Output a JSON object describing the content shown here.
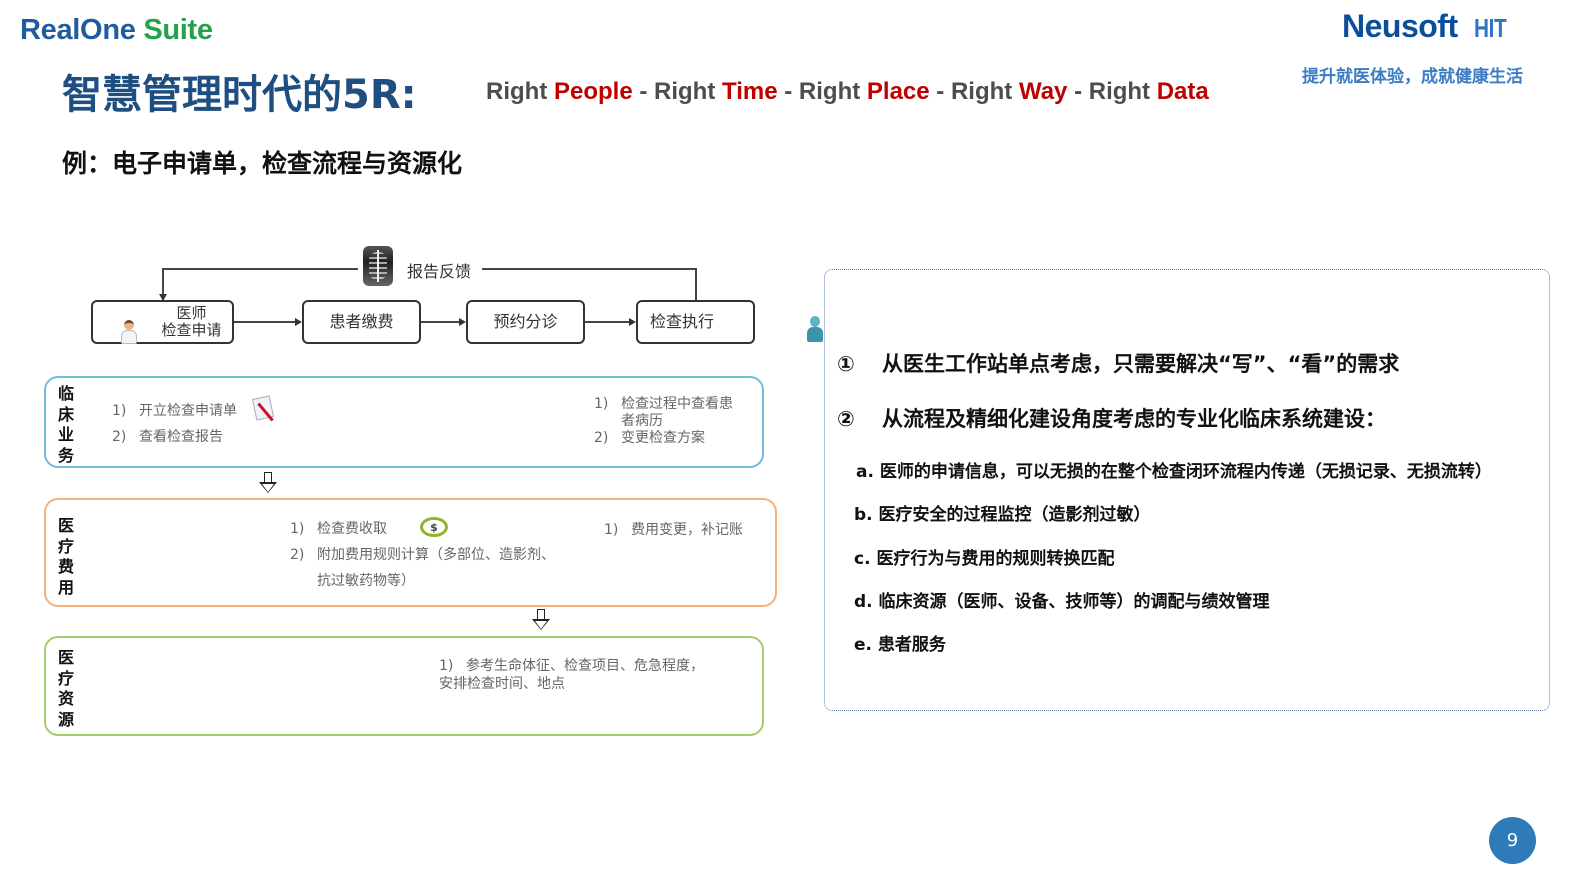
{
  "header": {
    "brand_part1": "RealOne",
    "brand_part2": " Suite",
    "title": "智慧管理时代的5R:",
    "rights": [
      {
        "prefix": "Right ",
        "highlight": "People",
        "sep": " - "
      },
      {
        "prefix": "Right ",
        "highlight": "Time",
        "sep": " - "
      },
      {
        "prefix": "Right ",
        "highlight": "Place",
        "sep": " - "
      },
      {
        "prefix": "Right ",
        "highlight": "Way",
        "sep": " - "
      },
      {
        "prefix": "Right ",
        "highlight": "Data",
        "sep": ""
      }
    ],
    "logo_main": "Neusoft",
    "logo_suffix": "HIT",
    "slogan": "提升就医体验，成就健康生活",
    "subtitle": "例：电子申请单，检查流程与资源化"
  },
  "flow": {
    "feedback_label": "报告反馈",
    "steps": [
      {
        "line1": "医师",
        "line2": "检查申请"
      },
      {
        "line1": "患者缴费"
      },
      {
        "line1": "预约分诊"
      },
      {
        "line1": "检查执行"
      }
    ]
  },
  "lanes": {
    "clinical": {
      "label": [
        "临",
        "床",
        "业",
        "务"
      ],
      "left_items": [
        {
          "num": "1)",
          "text": "开立检查申请单"
        },
        {
          "num": "2)",
          "text": "查看检查报告"
        }
      ],
      "right_items": [
        {
          "num": "1)",
          "text": "检查过程中查看患",
          "cont": "者病历"
        },
        {
          "num": "2)",
          "text": "变更检查方案"
        }
      ]
    },
    "cost": {
      "label": [
        "医",
        "疗",
        "费",
        "用"
      ],
      "mid_items": [
        {
          "num": "1)",
          "text": "检查费收取"
        },
        {
          "num": "2)",
          "text": "附加费用规则计算（多部位、造影剂、",
          "cont": "抗过敏药物等）"
        }
      ],
      "right_items": [
        {
          "num": "1)",
          "text": "费用变更，补记账"
        }
      ],
      "money_symbol": "$"
    },
    "resource": {
      "label": [
        "医",
        "疗",
        "资",
        "源"
      ],
      "items": [
        {
          "num": "1)",
          "text": "参考生命体征、检查项目、危急程度，",
          "cont": "安排检查时间、地点"
        }
      ]
    }
  },
  "panel": {
    "points": [
      {
        "mark": "①",
        "text": "从医生工作站单点考虑，只需要解决“写”、“看”的需求"
      },
      {
        "mark": "②",
        "text": "从流程及精细化建设角度考虑的专业化临床系统建设："
      }
    ],
    "subs": [
      "a. 医师的申请信息，可以无损的在整个检查闭环流程内传递（无损记录、无损流转）",
      "b. 医疗安全的过程监控（造影剂过敏）",
      "c. 医疗行为与费用的规则转换匹配",
      "d. 临床资源（医师、设备、技师等）的调配与绩效管理",
      "e. 患者服务"
    ]
  },
  "page_number": "9",
  "colors": {
    "title_blue": "#1f4e80",
    "highlight_red": "#c00000",
    "lane_blue": "#6fbfdc",
    "lane_orange": "#f4b27a",
    "lane_green": "#a6cc6a",
    "page_badge": "#2f7ab8"
  }
}
